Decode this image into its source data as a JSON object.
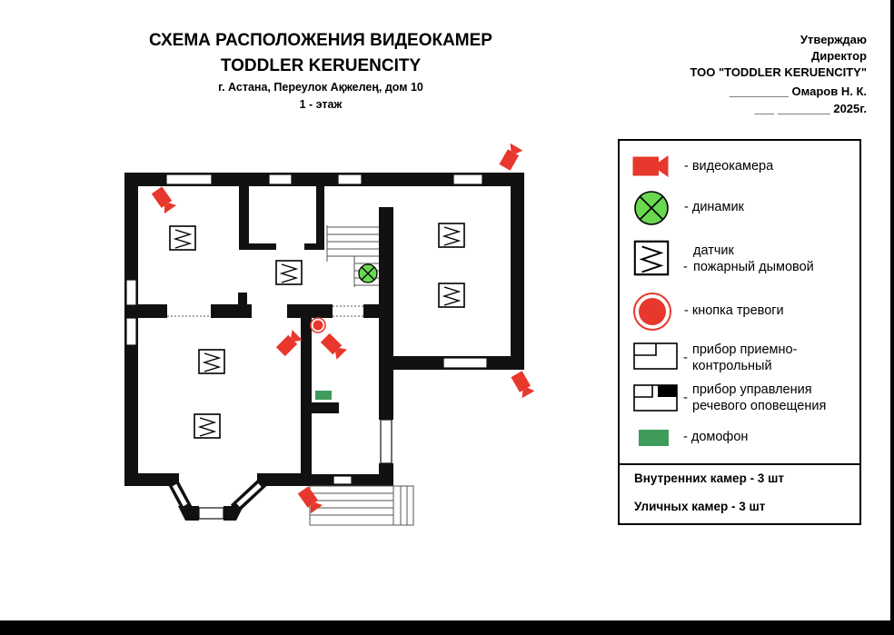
{
  "header": {
    "title_line1": "СХЕМА РАСПОЛОЖЕНИЯ ВИДЕОКАМЕР",
    "title_line2": "TODDLER KERUENCITY",
    "address": "г. Астана, Переулок Ақжелең, дом 10",
    "floor": "1 - этаж"
  },
  "approval": {
    "line1": "Утверждаю",
    "line2": "Директор",
    "line3": "ТОО \"TODDLER KERUENCITY\"",
    "line4": "_________ Омаров Н. К.",
    "line5": "___ ________ 2025г."
  },
  "legend": {
    "camera": "- видеокамера",
    "speaker": "- динамик",
    "smoke_line1": "датчик",
    "smoke_line2": "пожарный дымовой",
    "alarm": "- кнопка тревоги",
    "panel_line1": "прибор приемно-",
    "panel_line2": "контрольный",
    "voice_line1": "прибор управления",
    "voice_line2": "речевого оповещения",
    "intercom": "- домофон",
    "dash": "-"
  },
  "counts": {
    "indoor": "Внутренних камер - 3 шт",
    "outdoor": "Уличных камер - 3 шт"
  },
  "colors": {
    "camera": "#e8372c",
    "speaker": "#69d84f",
    "alarm": "#e8372c",
    "intercom": "#3f9c5a",
    "wall": "#111111"
  }
}
